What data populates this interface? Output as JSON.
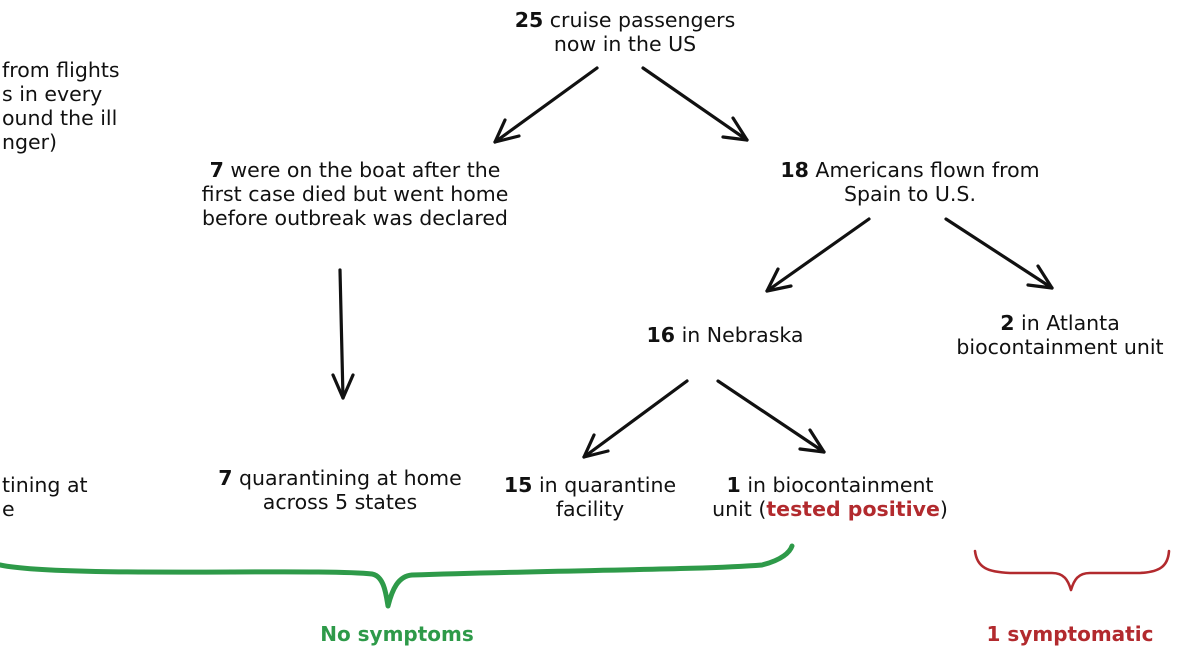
{
  "colors": {
    "text": "#111111",
    "green": "#2e9a49",
    "red": "#b22a2e"
  },
  "nodes": {
    "root": {
      "count": "25",
      "line1": "cruise passengers",
      "line2": "now in the US"
    },
    "left_partial": {
      "line1": "from flights",
      "line2": "s in every",
      "line3": "ound the ill",
      "line4": "nger)"
    },
    "boat": {
      "count": "7",
      "line1": "were on the boat after the",
      "line2": "first case died but went home",
      "line3": "before outbreak was declared"
    },
    "americans": {
      "count": "18",
      "line1": "Americans flown from",
      "line2": "Spain to U.S."
    },
    "nebraska": {
      "count": "16",
      "text": "in Nebraska"
    },
    "atlanta": {
      "count": "2",
      "line1": "in Atlanta",
      "line2": "biocontainment unit"
    },
    "left_bottom_partial": {
      "line1": "tining at",
      "line2": "e"
    },
    "home": {
      "count": "7",
      "line1": "quarantining at home",
      "line2": "across 5 states"
    },
    "quarantine": {
      "count": "15",
      "line1": "in quarantine",
      "line2": "facility"
    },
    "biocontainment": {
      "count": "1",
      "line1": "in biocontainment",
      "line2_pre": "unit (",
      "line2_positive": "tested positive",
      "line2_post": ")"
    }
  },
  "labels": {
    "no_symptoms": "No symptoms",
    "symptomatic": "1 symptomatic"
  }
}
